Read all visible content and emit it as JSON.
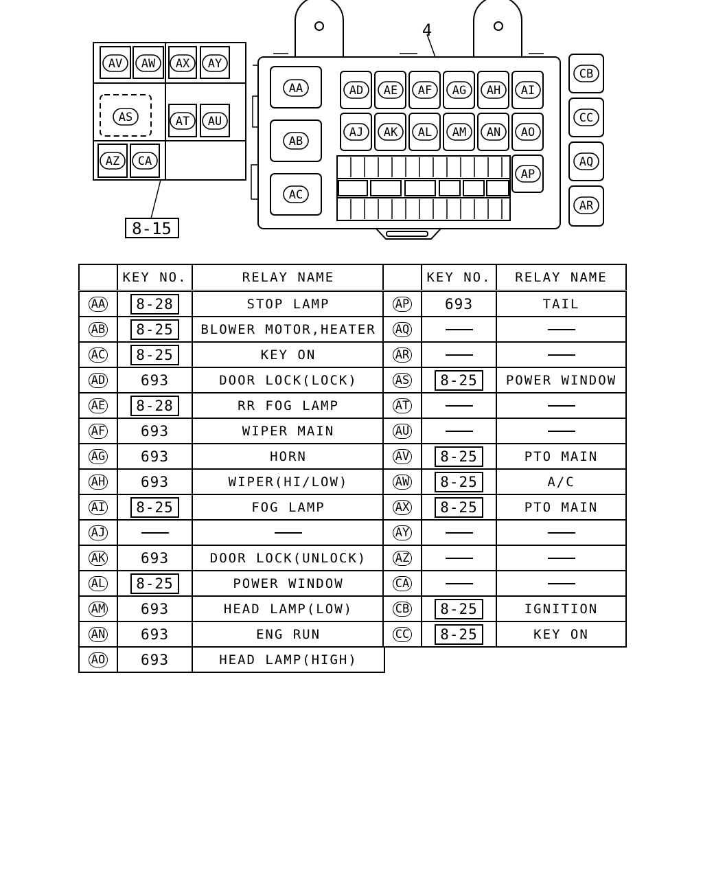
{
  "diagram": {
    "callout_main": "4",
    "callout_sub": "8-15",
    "sub_block_relays": [
      "AV",
      "AW",
      "AX",
      "AY",
      "AS",
      "AT",
      "AU",
      "AZ",
      "CA"
    ],
    "main_block_left": [
      "AA",
      "AB",
      "AC"
    ],
    "main_block_top_row": [
      "AD",
      "AE",
      "AF",
      "AG",
      "AH",
      "AI"
    ],
    "main_block_second_row": [
      "AJ",
      "AK",
      "AL",
      "AM",
      "AN",
      "AO"
    ],
    "main_block_extra": "AP",
    "external_relays": [
      "CB",
      "CC",
      "AQ",
      "AR"
    ]
  },
  "table": {
    "headers": {
      "key_no": "KEY NO.",
      "relay_name": "RELAY NAME"
    },
    "left_rows": [
      {
        "code": "AA",
        "key": "8-28",
        "boxed": true,
        "name": "STOP LAMP"
      },
      {
        "code": "AB",
        "key": "8-25",
        "boxed": true,
        "name": "BLOWER MOTOR,HEATER"
      },
      {
        "code": "AC",
        "key": "8-25",
        "boxed": true,
        "name": "KEY ON"
      },
      {
        "code": "AD",
        "key": "693",
        "boxed": false,
        "name": "DOOR LOCK(LOCK)"
      },
      {
        "code": "AE",
        "key": "8-28",
        "boxed": true,
        "name": "RR FOG LAMP"
      },
      {
        "code": "AF",
        "key": "693",
        "boxed": false,
        "name": "WIPER MAIN"
      },
      {
        "code": "AG",
        "key": "693",
        "boxed": false,
        "name": "HORN"
      },
      {
        "code": "AH",
        "key": "693",
        "boxed": false,
        "name": "WIPER(HI/LOW)"
      },
      {
        "code": "AI",
        "key": "8-25",
        "boxed": true,
        "name": "FOG LAMP"
      },
      {
        "code": "AJ",
        "key": "",
        "boxed": false,
        "name": ""
      },
      {
        "code": "AK",
        "key": "693",
        "boxed": false,
        "name": "DOOR LOCK(UNLOCK)"
      },
      {
        "code": "AL",
        "key": "8-25",
        "boxed": true,
        "name": "POWER WINDOW"
      },
      {
        "code": "AM",
        "key": "693",
        "boxed": false,
        "name": "HEAD LAMP(LOW)"
      },
      {
        "code": "AN",
        "key": "693",
        "boxed": false,
        "name": "ENG RUN"
      },
      {
        "code": "AO",
        "key": "693",
        "boxed": false,
        "name": "HEAD LAMP(HIGH)"
      }
    ],
    "right_rows": [
      {
        "code": "AP",
        "key": "693",
        "boxed": false,
        "name": "TAIL"
      },
      {
        "code": "AQ",
        "key": "",
        "boxed": false,
        "name": ""
      },
      {
        "code": "AR",
        "key": "",
        "boxed": false,
        "name": ""
      },
      {
        "code": "AS",
        "key": "8-25",
        "boxed": true,
        "name": "POWER WINDOW"
      },
      {
        "code": "AT",
        "key": "",
        "boxed": false,
        "name": ""
      },
      {
        "code": "AU",
        "key": "",
        "boxed": false,
        "name": ""
      },
      {
        "code": "AV",
        "key": "8-25",
        "boxed": true,
        "name": "PTO MAIN"
      },
      {
        "code": "AW",
        "key": "8-25",
        "boxed": true,
        "name": "A/C"
      },
      {
        "code": "AX",
        "key": "8-25",
        "boxed": true,
        "name": "PTO MAIN"
      },
      {
        "code": "AY",
        "key": "",
        "boxed": false,
        "name": ""
      },
      {
        "code": "AZ",
        "key": "",
        "boxed": false,
        "name": ""
      },
      {
        "code": "CA",
        "key": "",
        "boxed": false,
        "name": ""
      },
      {
        "code": "CB",
        "key": "8-25",
        "boxed": true,
        "name": "IGNITION"
      },
      {
        "code": "CC",
        "key": "8-25",
        "boxed": true,
        "name": "KEY ON"
      }
    ]
  }
}
